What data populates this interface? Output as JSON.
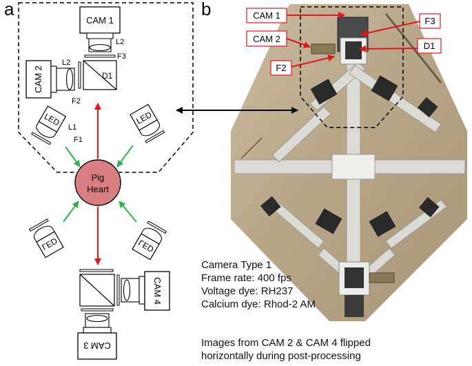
{
  "panels": {
    "a": "a",
    "b": "b"
  },
  "left": {
    "cam1": "CAM 1",
    "cam2": "CAM 2",
    "cam3": "CAM 3",
    "cam4": "CAM 4",
    "l1": "L1",
    "l2_top": "L2",
    "l2_left": "L2",
    "f1": "F1",
    "f2": "F2",
    "f3": "F3",
    "d1": "D1",
    "led": "LED",
    "heart_line1": "Pig",
    "heart_line2": "Heart"
  },
  "right": {
    "tags": {
      "cam1": "CAM 1",
      "cam2": "CAM 2",
      "f3": "F3",
      "d1": "D1",
      "f2": "F2"
    },
    "specs": [
      "Camera Type 1",
      "Frame rate: 400 fps",
      "Voltage dye: RH237",
      "Calcium dye: Rhod-2 AM"
    ],
    "note": [
      "Images from CAM 2 & CAM 4 flipped",
      "horizontally during post-processing"
    ]
  },
  "colors": {
    "heart_fill": "#d97f83",
    "excitation_arrow": "#2db34a",
    "emission_arrow": "#e0161b",
    "tag_border": "#e0161b",
    "photo_bg": "#b8a78c"
  },
  "icons": [
    "camera-icon",
    "lens-icon",
    "filter-icon",
    "dichroic-icon",
    "led-icon",
    "heart-icon"
  ]
}
